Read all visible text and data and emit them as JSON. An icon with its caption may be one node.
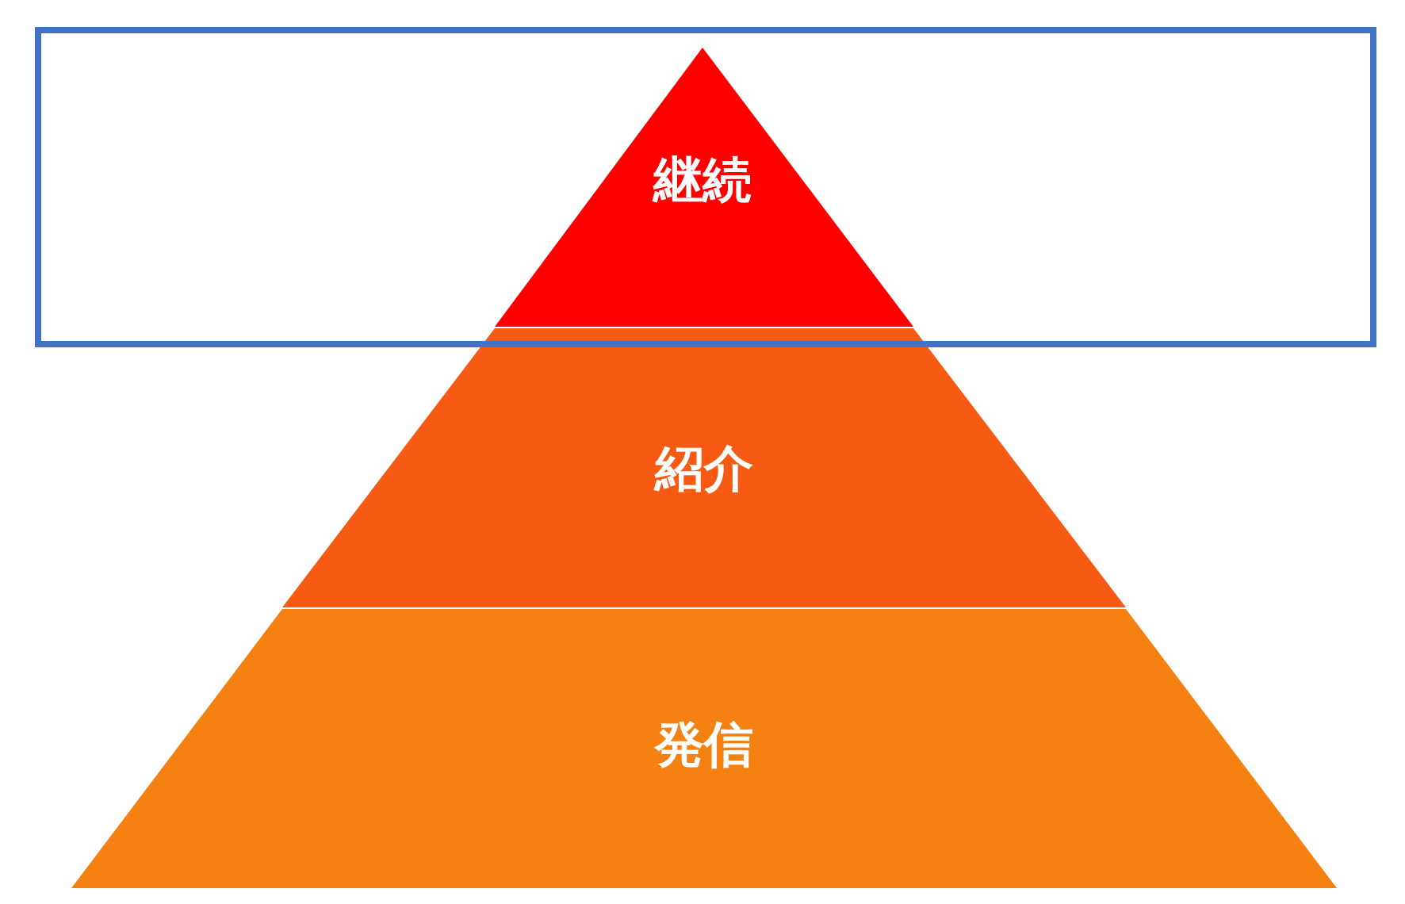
{
  "diagram": {
    "nodes": [
      {
        "text": [
          "継続"
        ]
      },
      {
        "text": [
          "紹介"
        ]
      },
      {
        "text": [
          "発信"
        ]
      }
    ]
  }
}
